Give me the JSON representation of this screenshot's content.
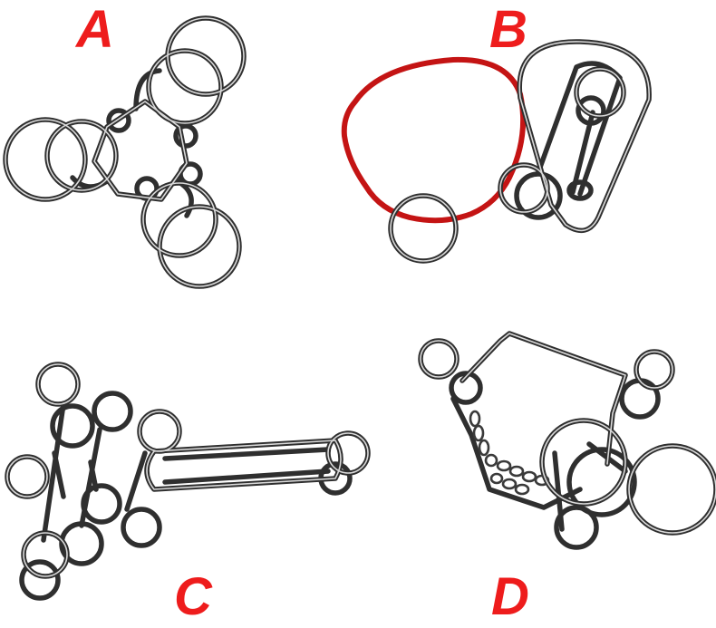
{
  "labels": {
    "a": "A",
    "b": "B",
    "c": "C",
    "d": "D"
  },
  "colors": {
    "label": "#ee1c1c",
    "wire": "#2f2f2f",
    "highlight": "#d9d9d9",
    "red_loop": "#c41414"
  }
}
